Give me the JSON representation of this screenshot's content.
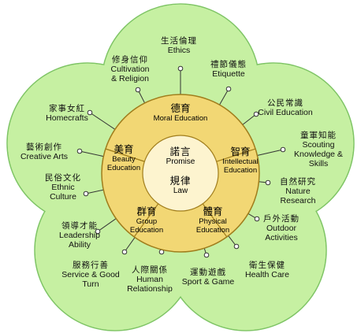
{
  "colors": {
    "flower_fill": "#c6f0a2",
    "flower_stroke": "#7ec465",
    "ring_fill": "#f2d774",
    "ring_stroke": "#a07d1c",
    "center_fill": "#fdf4cf",
    "spoke_color": "#333333"
  },
  "center": {
    "promise_zh": "諾言",
    "promise_en": "Promise",
    "law_zh": "規律",
    "law_en": "Law"
  },
  "ring": [
    {
      "zh": "德育",
      "en1": "Moral Education",
      "en2": ""
    },
    {
      "zh": "智育",
      "en1": "Intellectual",
      "en2": "Education"
    },
    {
      "zh": "體育",
      "en1": "Physical",
      "en2": "Education"
    },
    {
      "zh": "群育",
      "en1": "Group",
      "en2": "Education"
    },
    {
      "zh": "美育",
      "en1": "Beauty",
      "en2": "Education"
    }
  ],
  "outer": [
    {
      "zh": "生活倫理",
      "en1": "Ethics",
      "en2": ""
    },
    {
      "zh": "禮節儀態",
      "en1": "Etiquette",
      "en2": ""
    },
    {
      "zh": "公民常識",
      "en1": "Civil Education",
      "en2": ""
    },
    {
      "zh": "童軍知能",
      "en1": "Scouting",
      "en2": "Knowledge &",
      "en3": "Skills"
    },
    {
      "zh": "自然研究",
      "en1": "Nature",
      "en2": "Research"
    },
    {
      "zh": "戶外活動",
      "en1": "Outdoor",
      "en2": "Activities"
    },
    {
      "zh": "衛生保健",
      "en1": "Health Care",
      "en2": ""
    },
    {
      "zh": "運動遊戲",
      "en1": "Sport & Game",
      "en2": ""
    },
    {
      "zh": "人際關係",
      "en1": "Human",
      "en2": "Relationship"
    },
    {
      "zh": "服務行善",
      "en1": "Service & Good",
      "en2": "Turn"
    },
    {
      "zh": "領導才能",
      "en1": "Leadership",
      "en2": "Ability"
    },
    {
      "zh": "民俗文化",
      "en1": "Ethnic",
      "en2": "Culture"
    },
    {
      "zh": "藝術創作",
      "en1": "Creative Arts",
      "en2": ""
    },
    {
      "zh": "家事女紅",
      "en1": "Homecrafts",
      "en2": ""
    },
    {
      "zh": "修身信仰",
      "en1": "Cultivation",
      "en2": "& Religion"
    }
  ]
}
